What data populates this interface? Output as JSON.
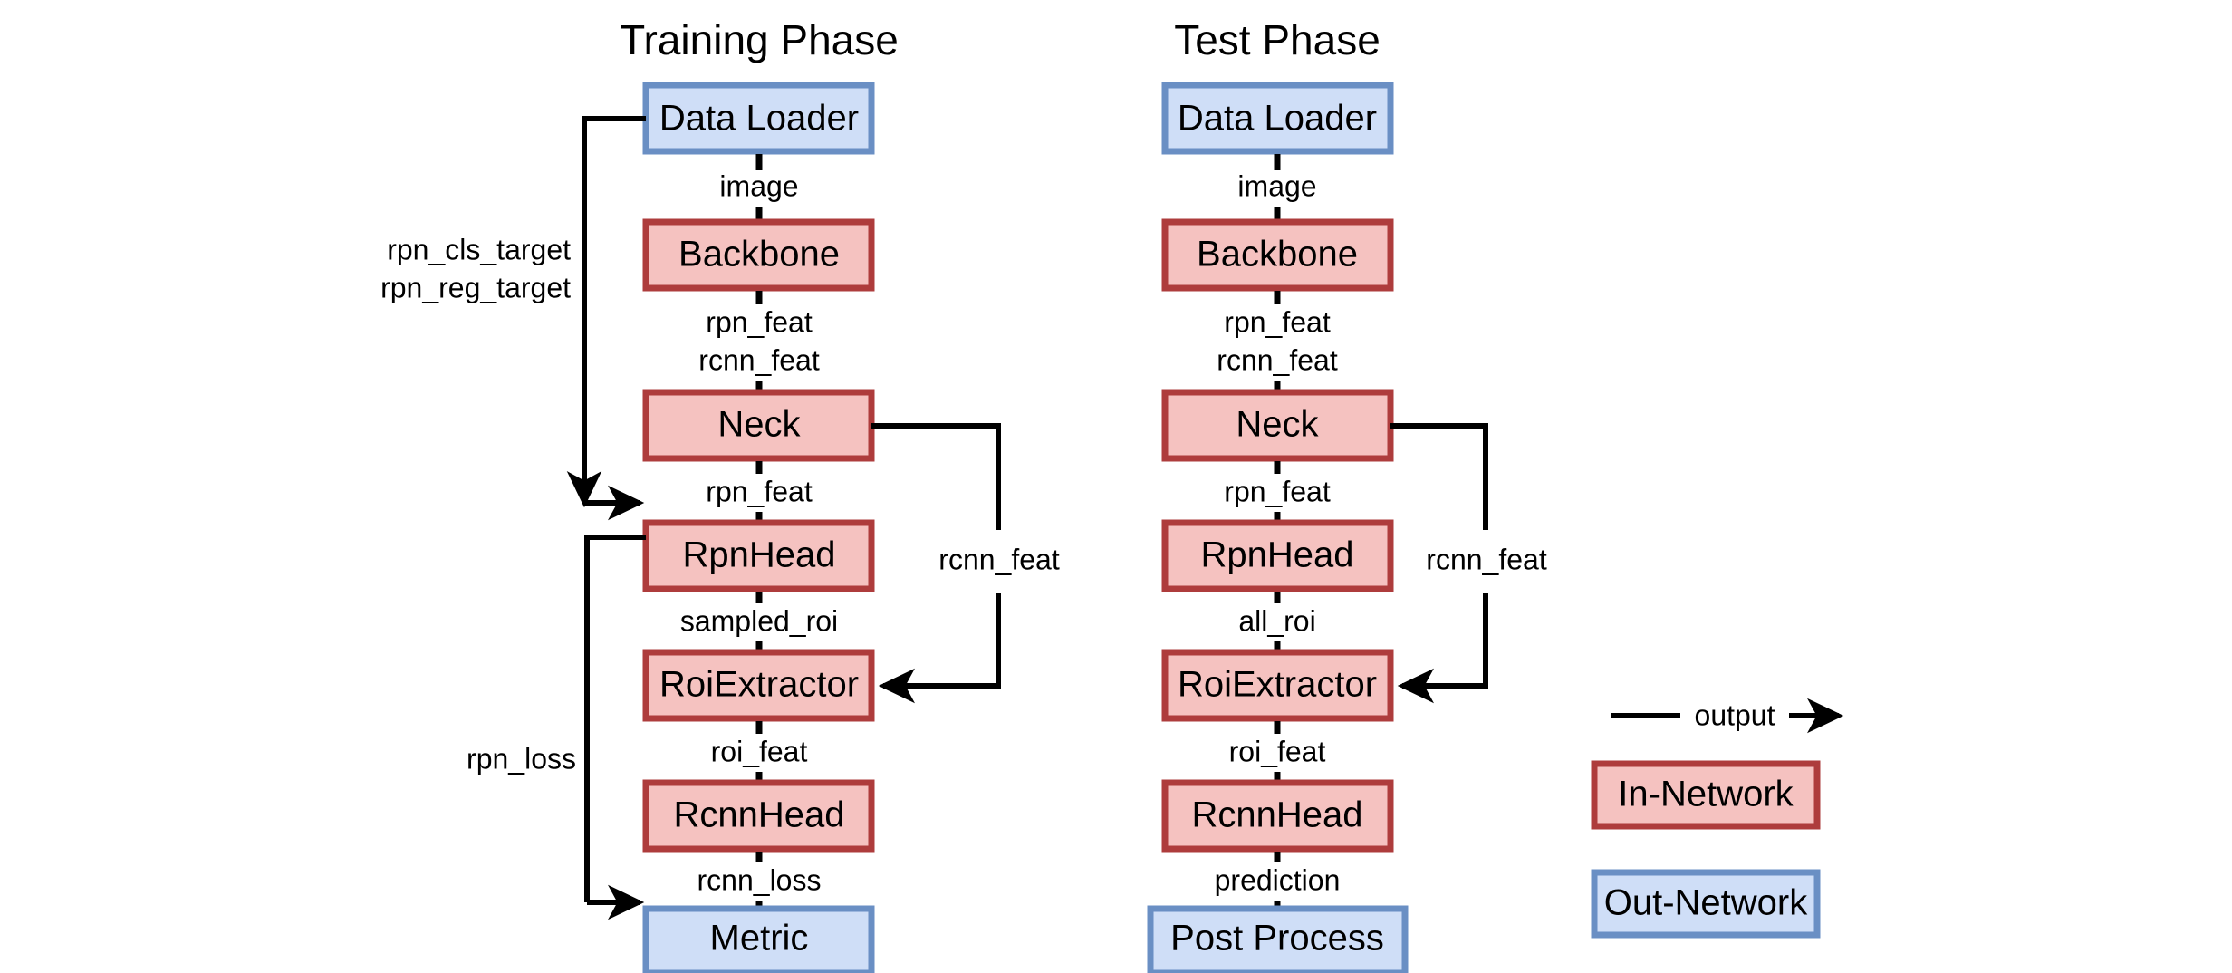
{
  "figure": {
    "kind": "flow-diagram",
    "background": "#ffffff",
    "colors": {
      "in_network_fill": "#f5c2c0",
      "in_network_border": "#ae3c3c",
      "out_network_fill": "#cfdef7",
      "out_network_border": "#6a8fc4",
      "edge": "#000000",
      "text": "#000000"
    }
  },
  "training": {
    "title": "Training Phase",
    "nodes": [
      {
        "id": "data_loader",
        "label": "Data Loader",
        "type": "Out-Network"
      },
      {
        "id": "backbone",
        "label": "Backbone",
        "type": "In-Network"
      },
      {
        "id": "neck",
        "label": "Neck",
        "type": "In-Network"
      },
      {
        "id": "rpn_head",
        "label": "RpnHead",
        "type": "In-Network"
      },
      {
        "id": "roi_extractor",
        "label": "RoiExtractor",
        "type": "In-Network"
      },
      {
        "id": "rcnn_head",
        "label": "RcnnHead",
        "type": "In-Network"
      },
      {
        "id": "metric",
        "label": "Metric",
        "type": "Out-Network"
      }
    ],
    "edge_labels": {
      "data_loader_to_backbone": "image",
      "backbone_to_neck_1": "rpn_feat",
      "backbone_to_neck_2": "rcnn_feat",
      "neck_to_rpn_head": "rpn_feat",
      "rpn_head_to_roi_extractor": "sampled_roi",
      "roi_extractor_to_rcnn_head": "roi_feat",
      "rcnn_head_to_metric": "rcnn_loss",
      "neck_to_roi_extractor": "rcnn_feat",
      "data_loader_to_rpn_head_1": "rpn_cls_target",
      "data_loader_to_rpn_head_2": "rpn_reg_target",
      "rpn_head_to_metric": "rpn_loss"
    }
  },
  "test": {
    "title": "Test Phase",
    "nodes": [
      {
        "id": "data_loader",
        "label": "Data Loader",
        "type": "Out-Network"
      },
      {
        "id": "backbone",
        "label": "Backbone",
        "type": "In-Network"
      },
      {
        "id": "neck",
        "label": "Neck",
        "type": "In-Network"
      },
      {
        "id": "rpn_head",
        "label": "RpnHead",
        "type": "In-Network"
      },
      {
        "id": "roi_extractor",
        "label": "RoiExtractor",
        "type": "In-Network"
      },
      {
        "id": "rcnn_head",
        "label": "RcnnHead",
        "type": "In-Network"
      },
      {
        "id": "post_process",
        "label": "Post Process",
        "type": "Out-Network"
      }
    ],
    "edge_labels": {
      "data_loader_to_backbone": "image",
      "backbone_to_neck_1": "rpn_feat",
      "backbone_to_neck_2": "rcnn_feat",
      "neck_to_rpn_head": "rpn_feat",
      "rpn_head_to_roi_extractor": "all_roi",
      "roi_extractor_to_rcnn_head": "roi_feat",
      "rcnn_head_to_post_process": "prediction",
      "neck_to_roi_extractor": "rcnn_feat"
    }
  },
  "legend": {
    "arrow_label": "output",
    "in_network_label": "In-Network",
    "out_network_label": "Out-Network"
  }
}
